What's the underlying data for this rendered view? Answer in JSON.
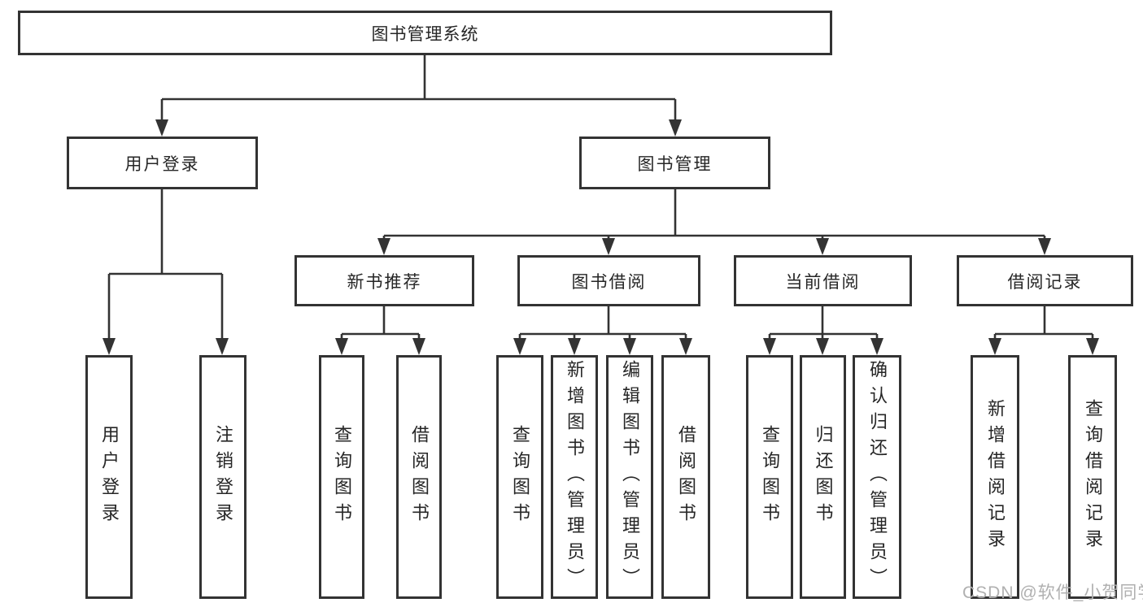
{
  "diagram": {
    "type": "hierarchy",
    "root": {
      "label": "图书管理系统"
    },
    "level2": [
      {
        "label": "用户登录"
      },
      {
        "label": "图书管理"
      }
    ],
    "level3": [
      {
        "label": "新书推荐",
        "parent": "图书管理"
      },
      {
        "label": "图书借阅",
        "parent": "图书管理"
      },
      {
        "label": "当前借阅",
        "parent": "图书管理"
      },
      {
        "label": "借阅记录",
        "parent": "图书管理"
      }
    ],
    "leaves": [
      {
        "label": "用户登录",
        "parent": "用户登录"
      },
      {
        "label": "注销登录",
        "parent": "用户登录"
      },
      {
        "label": "查询图书",
        "parent": "新书推荐"
      },
      {
        "label": "借阅图书",
        "parent": "新书推荐"
      },
      {
        "label": "查询图书",
        "parent": "图书借阅"
      },
      {
        "label": "新增图书（管理员）",
        "parent": "图书借阅"
      },
      {
        "label": "编辑图书（管理员）",
        "parent": "图书借阅"
      },
      {
        "label": "借阅图书",
        "parent": "图书借阅"
      },
      {
        "label": "查询图书",
        "parent": "当前借阅"
      },
      {
        "label": "归还图书",
        "parent": "当前借阅"
      },
      {
        "label": "确认归还（管理员）",
        "parent": "当前借阅"
      },
      {
        "label": "新增借阅记录",
        "parent": "借阅记录"
      },
      {
        "label": "查询借阅记录",
        "parent": "借阅记录"
      }
    ]
  },
  "watermark": "CSDN @软件_小贺同学",
  "colors": {
    "line": "#333333",
    "box_border": "#333333",
    "text": "#262626",
    "watermark": "#b0b0b0",
    "background": "#ffffff"
  }
}
